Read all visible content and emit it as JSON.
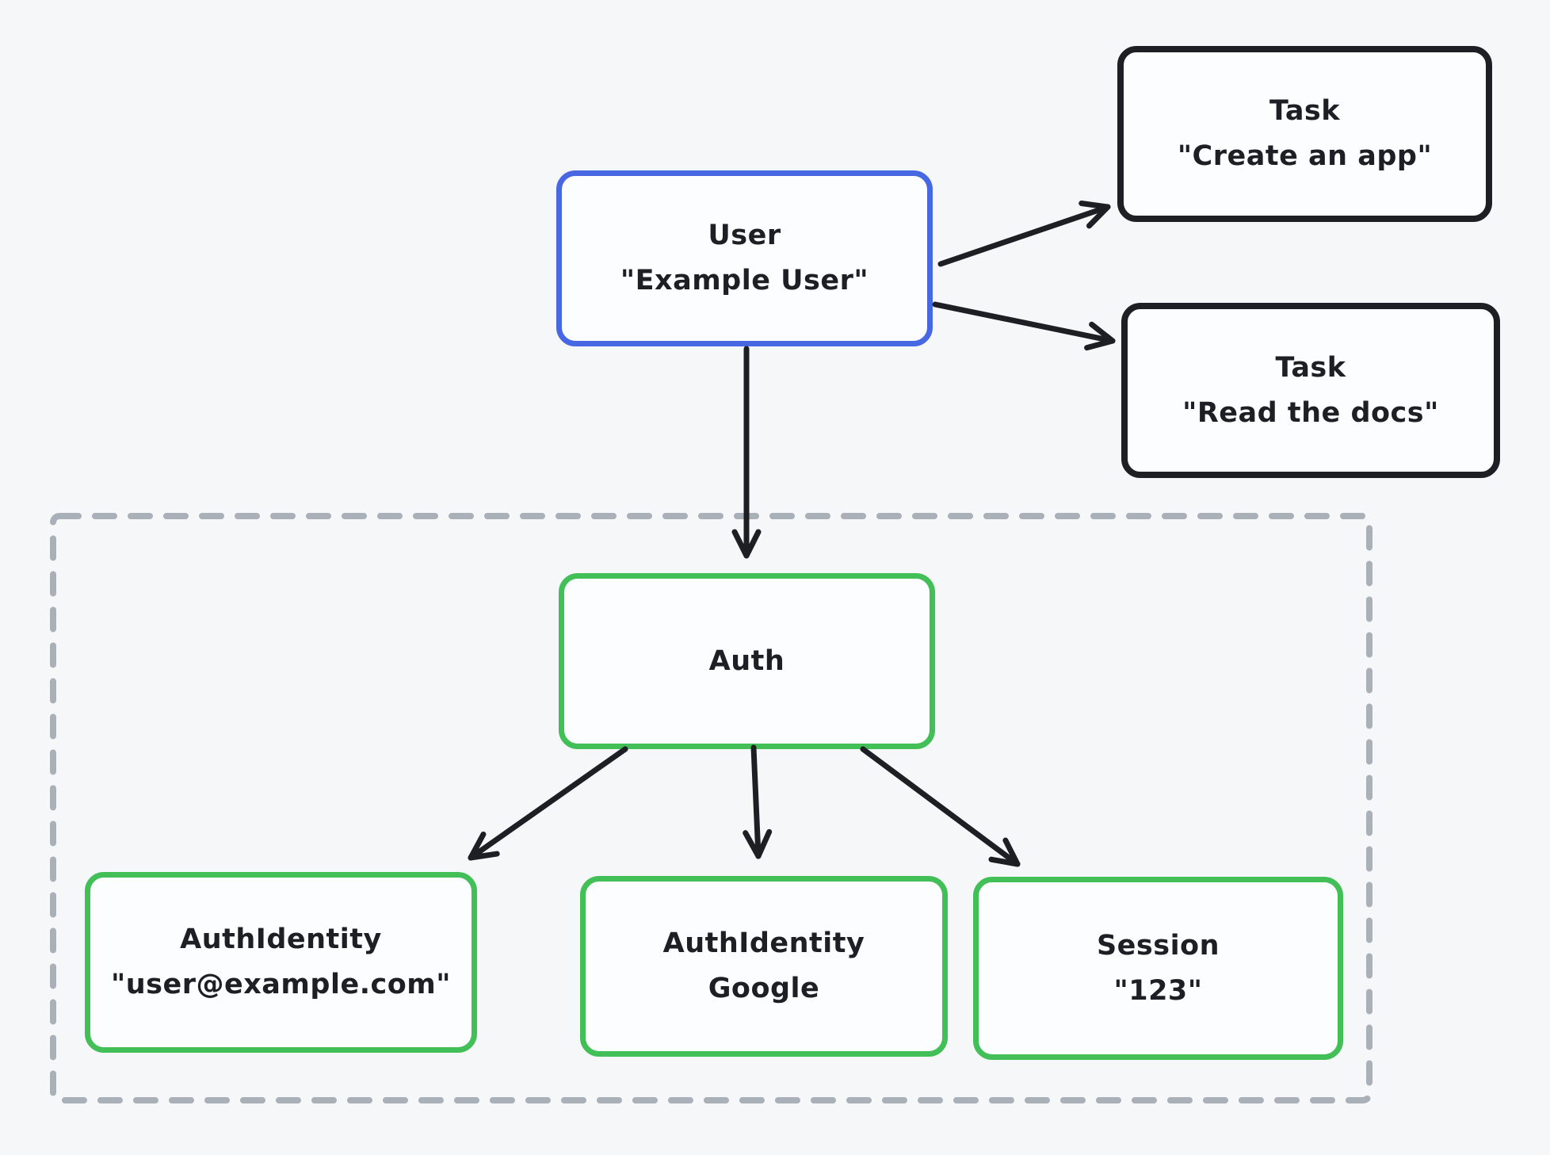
{
  "diagram": {
    "background_color": "#f6f7f9",
    "node_fill_color": "#fcfdfe",
    "stroke_colors": {
      "blue": "#4768e2",
      "green": "#42bf57",
      "black": "#1e1f24",
      "dashed_gray": "#a9b0b8"
    },
    "nodes": {
      "user": {
        "title": "User",
        "subtitle": "\"Example User\"",
        "border": "blue"
      },
      "task_create": {
        "title": "Task",
        "subtitle": "\"Create an app\"",
        "border": "black"
      },
      "task_read": {
        "title": "Task",
        "subtitle": "\"Read the docs\"",
        "border": "black"
      },
      "auth": {
        "title": "Auth",
        "subtitle": "",
        "border": "green"
      },
      "auth_email": {
        "title": "AuthIdentity",
        "subtitle": "\"user@example.com\"",
        "border": "green"
      },
      "auth_google": {
        "title": "AuthIdentity",
        "subtitle": "Google",
        "border": "green"
      },
      "session": {
        "title": "Session",
        "subtitle": "\"123\"",
        "border": "green"
      }
    },
    "edges": [
      {
        "from": "user",
        "to": "task_create"
      },
      {
        "from": "user",
        "to": "task_read"
      },
      {
        "from": "user",
        "to": "auth"
      },
      {
        "from": "auth",
        "to": "auth_email"
      },
      {
        "from": "auth",
        "to": "auth_google"
      },
      {
        "from": "auth",
        "to": "session"
      }
    ],
    "groups": [
      {
        "name": "auth-scope",
        "style": "dashed",
        "contains": [
          "auth",
          "auth_email",
          "auth_google",
          "session"
        ]
      }
    ]
  }
}
